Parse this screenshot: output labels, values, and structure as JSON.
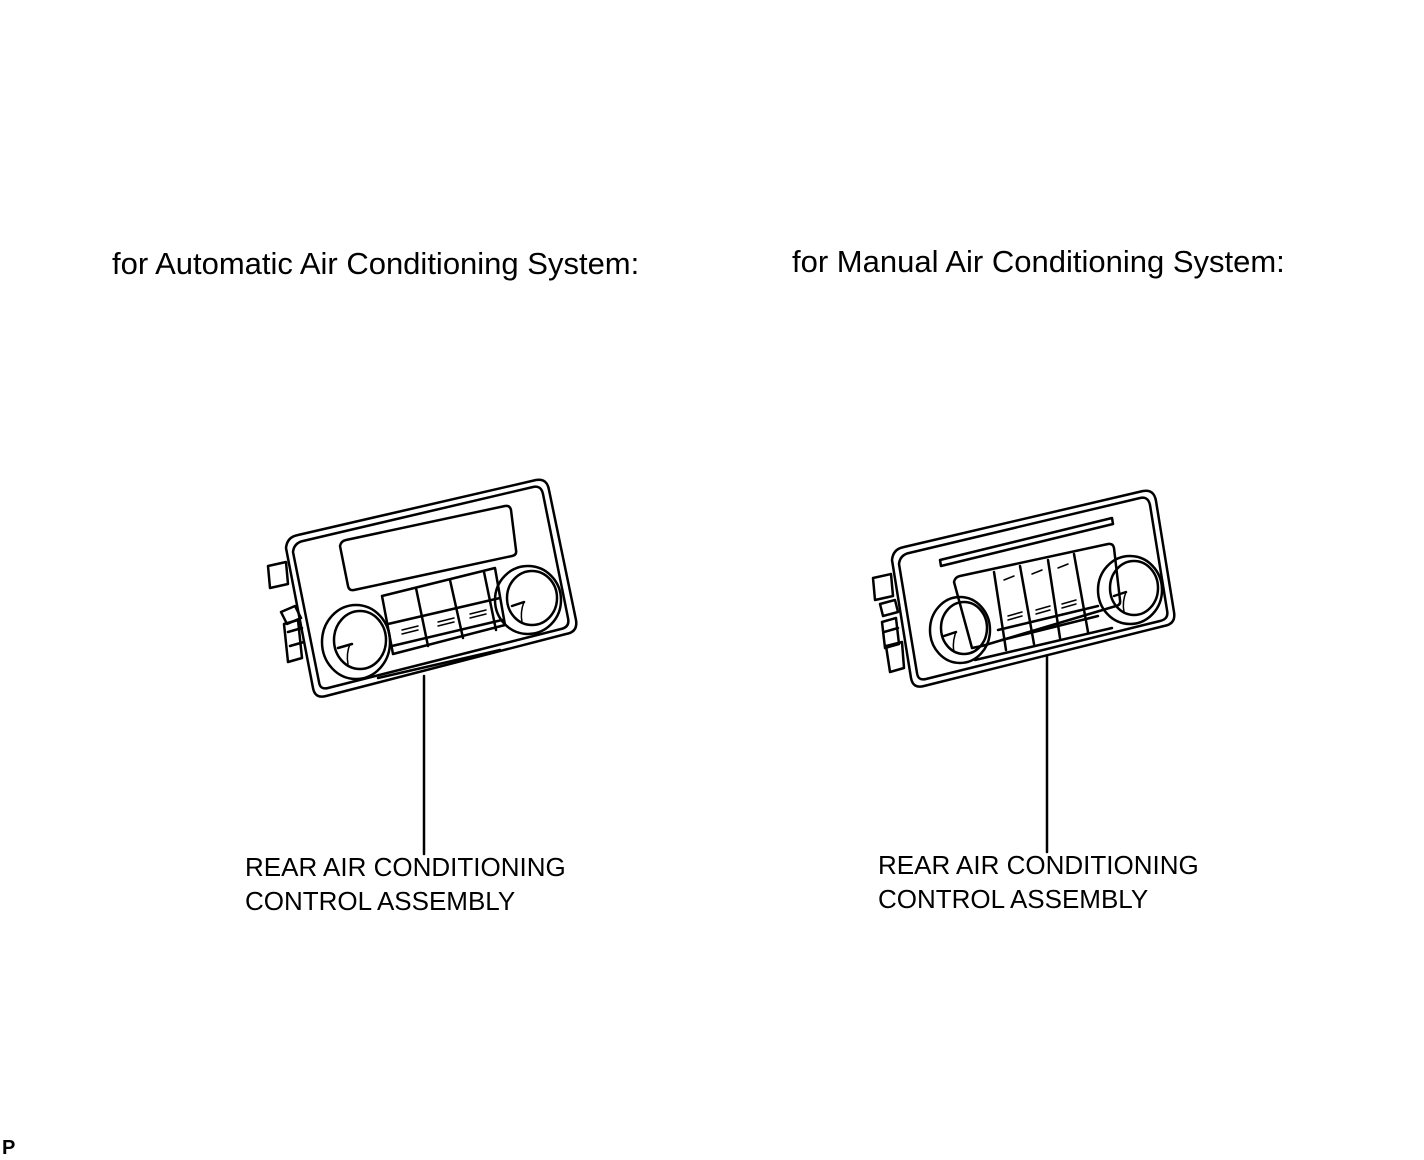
{
  "left": {
    "heading": "for Automatic Air Conditioning System:",
    "label_line1": "REAR AIR CONDITIONING",
    "label_line2": "CONTROL ASSEMBLY"
  },
  "right": {
    "heading": "for Manual Air Conditioning System:",
    "label_line1": "REAR AIR CONDITIONING",
    "label_line2": "CONTROL ASSEMBLY"
  },
  "code": "P"
}
